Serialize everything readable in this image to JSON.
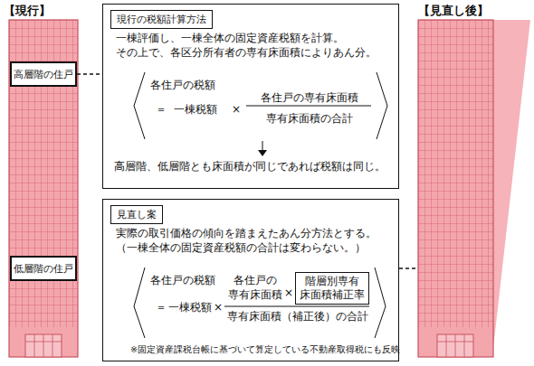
{
  "diagram": {
    "nodes": [
      {
        "text": [
          "高層階の住戸"
        ]
      },
      {
        "text": [
          "低層階の住戸"
        ]
      },
      {
        "text": [
          "一棟評価し、一棟全体の固定資産税額を計算。 その上で、各区分所有者の専有床面積によりあん分。",
          "各住戸の税額",
          "＝",
          "一棟税額",
          "×",
          "各住戸の専有床面積",
          "専有床面積の合計",
          "高層階、低層階とも床面積が同じであれば税額は同じ。"
        ]
      },
      {
        "text": [
          "現行の税額計算方法"
        ],
        "in": 2
      },
      {
        "text": [
          "実際の取引価格の傾向を踏まえたあん分方法とする。 （一棟全体の固定資産税額の合計は変わらない。）",
          "各住戸の税額",
          "＝",
          "一棟税額",
          "×",
          "各住戸の 専有床面積",
          "×",
          "専有床面積（補正後）の合計",
          "※固定資産課税台帳に基づいて算定している不動産取得税にも反映"
        ]
      },
      {
        "text": [
          "見直し案"
        ],
        "in": 4
      },
      {
        "text": [
          "階層別専有 床面積補正率"
        ],
        "in": 4
      }
    ],
    "edges": [
      {
        "from": 0,
        "to": 2,
        "arrow": "none"
      }
    ],
    "labels": [
      "【現行】",
      "【見直し後】"
    ]
  }
}
